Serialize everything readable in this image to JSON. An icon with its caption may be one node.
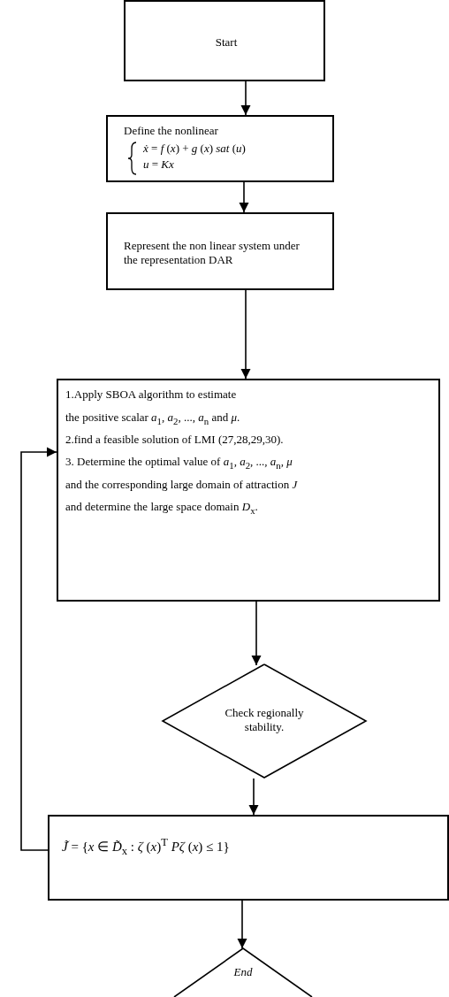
{
  "diagram": {
    "nodes": [
      {
        "text": [
          "Start"
        ]
      },
      {
        "text": [
          "Define the nonlinear",
          "*ẋ* = *f* (*x*) + *g* (*x*) *sat* (*u*)",
          "*u* = *Kx*"
        ]
      },
      {
        "text": [
          "Represent the non linear system under the representation DAR"
        ]
      },
      {
        "text": [
          "1.Apply SBOA algorithm to estimate",
          "the positive scalar *a*$_{1}$, *a*$_{2}$, ..., *a*$_{n}$ and *μ*.",
          "2.find a feasible solution of LMI (27,28,29,30).",
          "3. Determine the optimal value of *a*$_{1}$, *a*$_{2}$, ..., *a*$_{n}$, *μ*",
          "and the corresponding large domain of attraction *J*",
          "and determine the large space domain *D*$_{x}$."
        ]
      },
      {
        "text": [
          "Check regionally stability."
        ]
      },
      {
        "text": [
          "*J̃* = {*x* ∈ *D̃*$_{x}$ : *ζ* (*x*)$^{T}$ *Pζ* (*x*) ≤ 1}"
        ]
      },
      {
        "text": [
          "*End*"
        ]
      }
    ],
    "edges": [
      {
        "from": 0,
        "to": 1,
        "arrow": "to"
      },
      {
        "from": 1,
        "to": 2,
        "arrow": "to"
      },
      {
        "from": 2,
        "to": 3,
        "arrow": "to"
      },
      {
        "from": 3,
        "to": 4,
        "arrow": "to"
      },
      {
        "from": 4,
        "to": 5,
        "arrow": "to"
      },
      {
        "from": 5,
        "to": 6,
        "arrow": "to"
      },
      {
        "from": 5,
        "to": 3,
        "arrow": "to"
      }
    ]
  }
}
